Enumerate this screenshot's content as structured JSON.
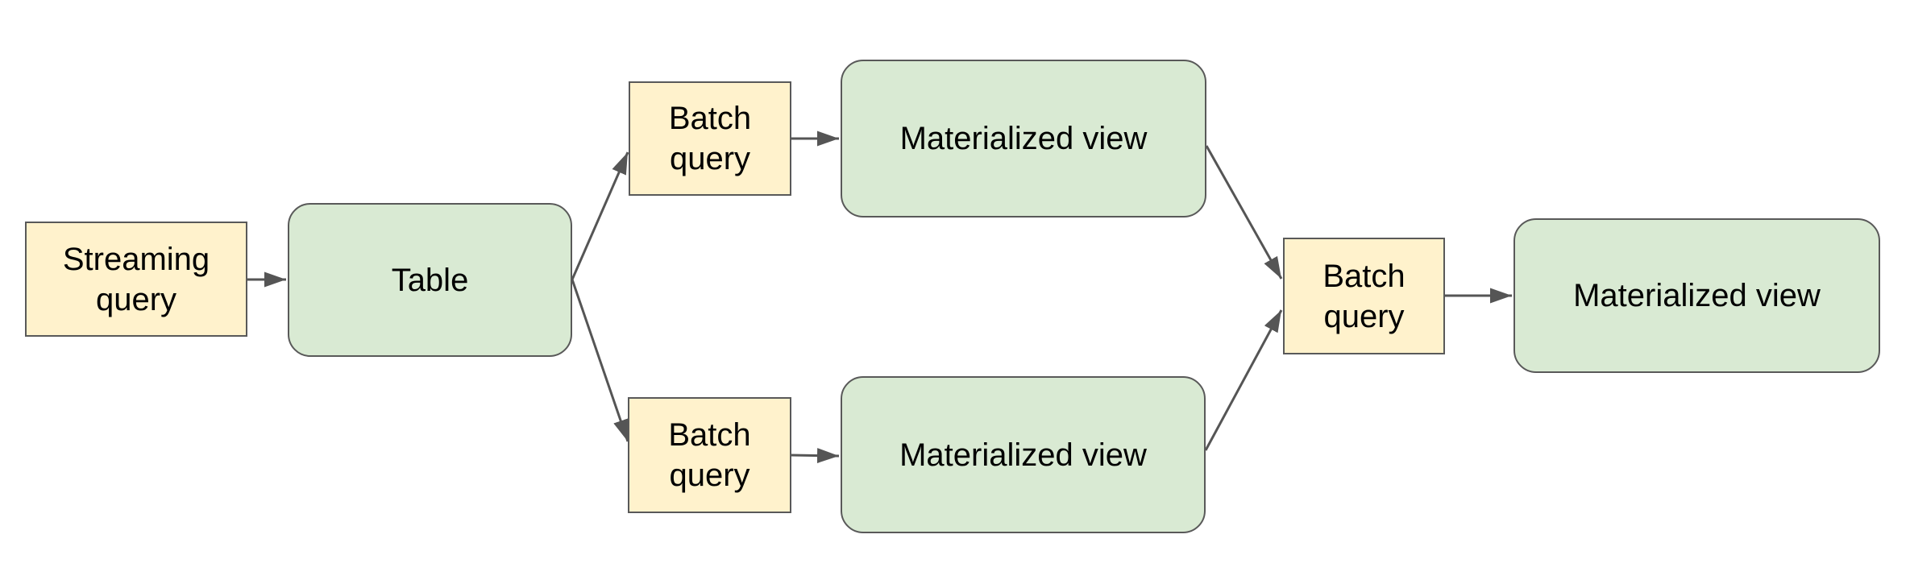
{
  "diagram": {
    "type": "flowchart",
    "colors": {
      "canvas_bg": "#ffffff",
      "query_fill": "#fff2cc",
      "view_fill": "#d9ead3",
      "node_border": "#595959",
      "connector": "#555555",
      "text": "#000000"
    },
    "nodes": [
      {
        "id": "streaming-query",
        "label": "Streaming query",
        "shape": "rectangle",
        "role": "query"
      },
      {
        "id": "table",
        "label": "Table",
        "shape": "rounded",
        "role": "table"
      },
      {
        "id": "batch-query-top",
        "label": "Batch query",
        "shape": "rectangle",
        "role": "query"
      },
      {
        "id": "mv-top",
        "label": "Materialized view",
        "shape": "rounded",
        "role": "view"
      },
      {
        "id": "batch-query-bottom",
        "label": "Batch query",
        "shape": "rectangle",
        "role": "query"
      },
      {
        "id": "mv-bottom",
        "label": "Materialized view",
        "shape": "rounded",
        "role": "view"
      },
      {
        "id": "batch-query-join",
        "label": "Batch query",
        "shape": "rectangle",
        "role": "query"
      },
      {
        "id": "mv-final",
        "label": "Materialized view",
        "shape": "rounded",
        "role": "view"
      }
    ],
    "edges": [
      {
        "from": "streaming-query",
        "to": "table",
        "style": "arrow"
      },
      {
        "from": "table",
        "to": "batch-query-top",
        "style": "arrow"
      },
      {
        "from": "batch-query-top",
        "to": "mv-top",
        "style": "arrow"
      },
      {
        "from": "table",
        "to": "batch-query-bottom",
        "style": "arrow"
      },
      {
        "from": "batch-query-bottom",
        "to": "mv-bottom",
        "style": "arrow"
      },
      {
        "from": "mv-top",
        "to": "batch-query-join",
        "style": "arrow"
      },
      {
        "from": "mv-bottom",
        "to": "batch-query-join",
        "style": "arrow"
      },
      {
        "from": "batch-query-join",
        "to": "mv-final",
        "style": "arrow"
      }
    ]
  }
}
